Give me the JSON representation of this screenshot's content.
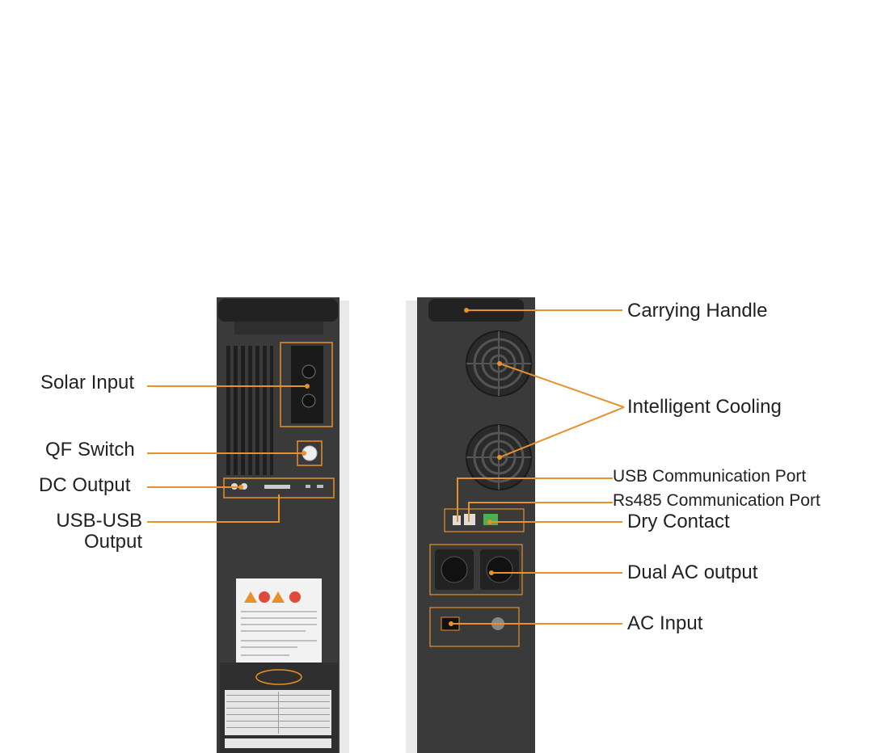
{
  "labels": {
    "solar_input": "Solar Input",
    "qf_switch": "QF Switch",
    "dc_output": "DC Output",
    "usb_usb_output_line1": "USB-USB",
    "usb_usb_output_line2": "Output",
    "carrying_handle": "Carrying Handle",
    "intelligent_cooling": "Intelligent Cooling",
    "usb_comm_port": "USB Communication Port",
    "rs485_comm_port": "Rs485 Communication Port",
    "dry_contact": "Dry Contact",
    "dual_ac_output": "Dual AC output",
    "ac_input": "AC Input"
  },
  "colors": {
    "leader_line": "#e8902a",
    "panel_body": "#3a3a3a",
    "panel_edge": "#d8d8d8",
    "label_sheet": "#f2f2f2",
    "accent_orange": "#e8902a"
  }
}
